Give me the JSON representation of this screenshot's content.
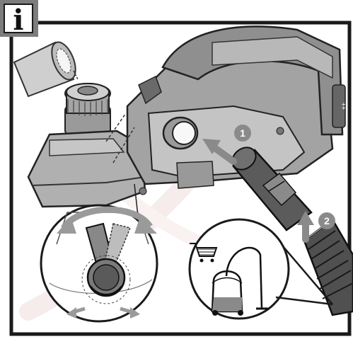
{
  "figure": {
    "info_badge": {
      "letter": "i",
      "icon": "info-icon"
    },
    "steps": [
      {
        "number": "1",
        "icon": "arrow-right-icon"
      },
      {
        "number": "2",
        "icon": "arrow-up-icon"
      }
    ],
    "icons": [
      "planer-tool",
      "dust-adapter-icon",
      "vacuum-hose-icon",
      "shopping-cart-icon",
      "shop-vacuum-icon",
      "rotate-lever-icon"
    ],
    "colors": {
      "frame": "#1a1a1a",
      "badge_bg": "#7d7d7d",
      "badge_inner": "#ffffff",
      "step_circle": "#8a8a8a",
      "tool_gray": "#9a9a9a",
      "dark_part": "#555555",
      "watermark": "#f2e0e0"
    }
  }
}
